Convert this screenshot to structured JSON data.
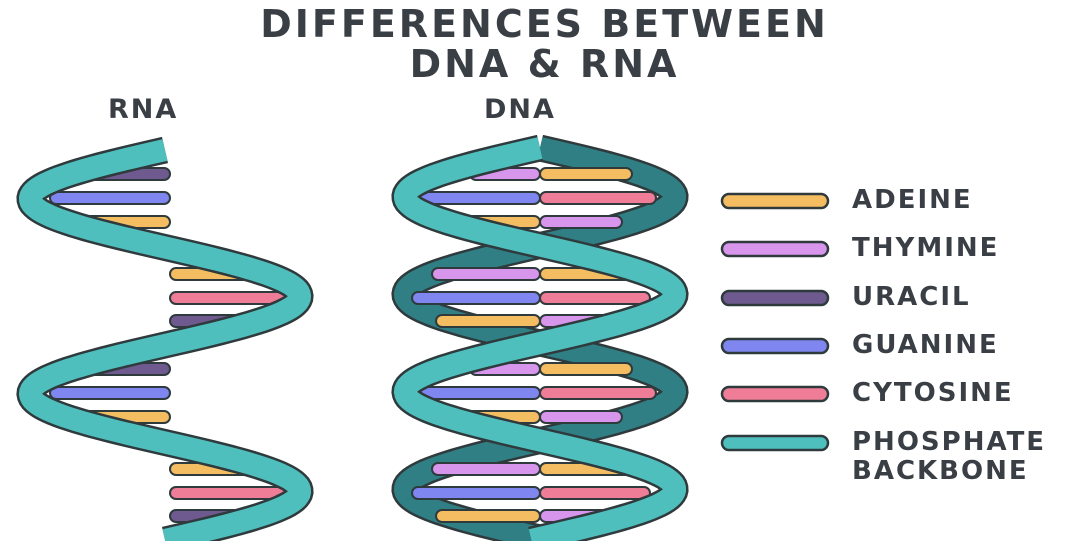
{
  "title": {
    "line1": "DIFFERENCES BETWEEN",
    "line2": "DNA & RNA"
  },
  "helices": {
    "rna_label": "RNA",
    "dna_label": "DNA"
  },
  "legend": [
    {
      "key": "adenine",
      "label": "ADEINE",
      "color": "#f5bd61"
    },
    {
      "key": "thymine",
      "label": "THYMINE",
      "color": "#d796ec"
    },
    {
      "key": "uracil",
      "label": "URACIL",
      "color": "#6e5a8f"
    },
    {
      "key": "guanine",
      "label": "GUANINE",
      "color": "#7f86f0"
    },
    {
      "key": "cytosine",
      "label": "CYTOSINE",
      "color": "#ef7d97"
    },
    {
      "key": "phosphate",
      "label_line1": "PHOSPHATE",
      "label_line2": "BACKBONE",
      "color": "#4fbfbe"
    }
  ],
  "colors": {
    "text": "#3a3f45",
    "outline": "#2f3a3d",
    "backbone_back": "#2f7f84"
  }
}
